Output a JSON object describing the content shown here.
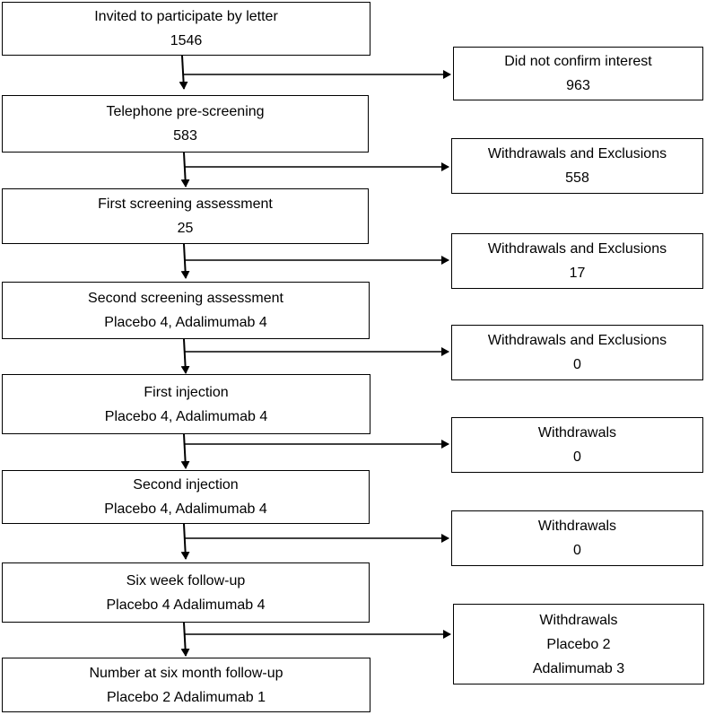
{
  "main_boxes": [
    {
      "title": "Invited to participate by letter",
      "value": "1546"
    },
    {
      "title": "Telephone pre-screening",
      "value": "583"
    },
    {
      "title": "First screening assessment",
      "value": "25"
    },
    {
      "title": "Second screening assessment",
      "value": "Placebo 4, Adalimumab 4"
    },
    {
      "title": "First injection",
      "value": "Placebo 4, Adalimumab 4"
    },
    {
      "title": "Second injection",
      "value": "Placebo 4, Adalimumab 4"
    },
    {
      "title": "Six week follow-up",
      "value": "Placebo 4 Adalimumab 4"
    },
    {
      "title": "Number at six month follow-up",
      "value": "Placebo 2 Adalimumab 1"
    }
  ],
  "side_boxes": [
    {
      "title": "Did not confirm interest",
      "value": "963"
    },
    {
      "title": "Withdrawals and Exclusions",
      "value": "558"
    },
    {
      "title": "Withdrawals and Exclusions",
      "value": "17"
    },
    {
      "title": "Withdrawals and Exclusions",
      "value": "0"
    },
    {
      "title": "Withdrawals",
      "value": "0"
    },
    {
      "title": "Withdrawals",
      "value": "0"
    },
    {
      "title": "Withdrawals",
      "value": "Placebo 2",
      "value2": "Adalimumab 3"
    }
  ]
}
